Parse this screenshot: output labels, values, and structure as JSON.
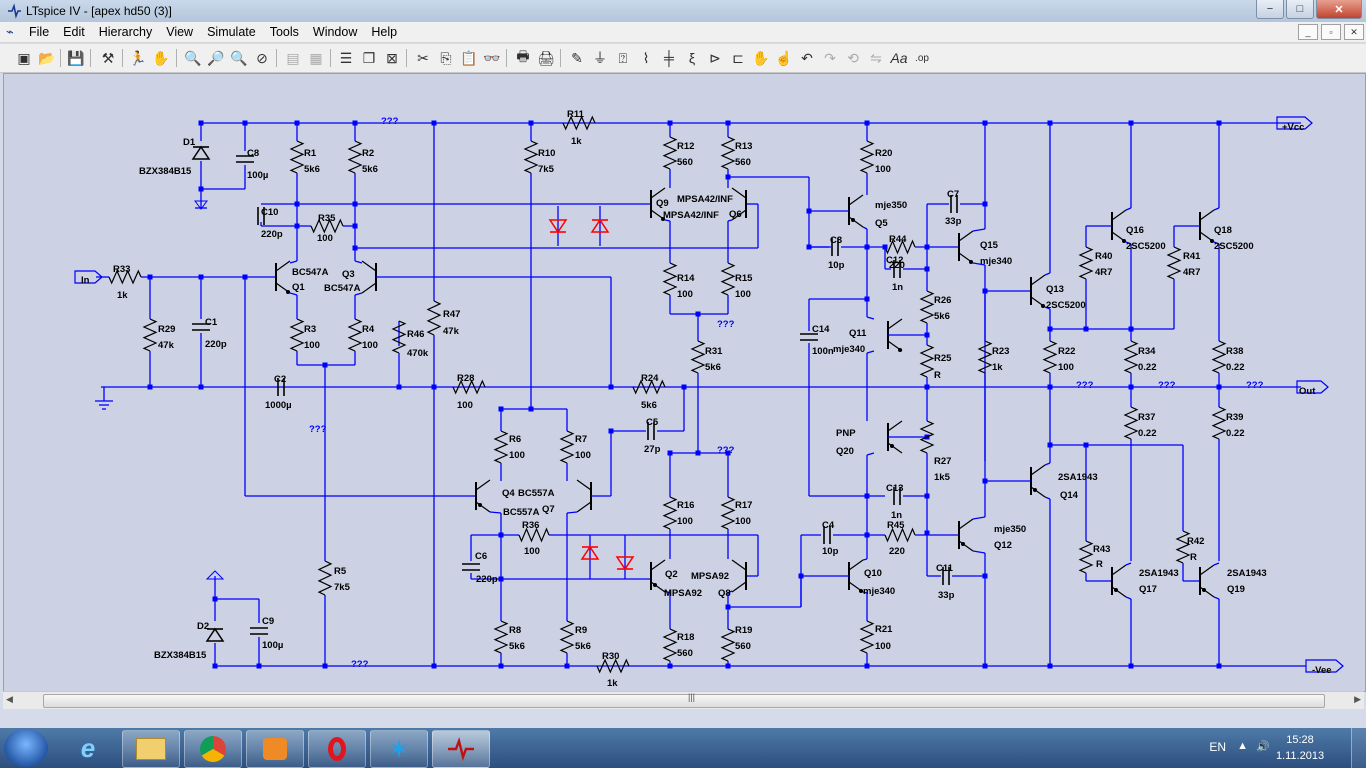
{
  "window": {
    "title": "LTspice IV - [apex hd50 (3)]",
    "controls": {
      "minimize": "−",
      "maximize": "□",
      "close": "✕"
    }
  },
  "menu": {
    "items": [
      "File",
      "Edit",
      "Hierarchy",
      "View",
      "Simulate",
      "Tools",
      "Window",
      "Help"
    ],
    "mdi_controls": [
      "_",
      "▫",
      "✕"
    ]
  },
  "toolbar": {
    "icons": [
      "new-schematic-icon",
      "open-icon",
      "save-icon",
      "control-panel-icon",
      "run-icon",
      "halt-icon",
      "zoom-in-icon",
      "zoom-pan-icon",
      "zoom-out-icon",
      "zoom-full-icon",
      "autorange-icon",
      "tile-icon",
      "cascade-icon",
      "close-window-icon",
      "cut-icon",
      "copy-icon",
      "paste-icon",
      "find-icon",
      "print-setup-icon",
      "print-icon",
      "draw-wire-icon",
      "ground-icon",
      "label-net-icon",
      "resistor-icon",
      "capacitor-icon",
      "inductor-icon",
      "diode-icon",
      "component-icon",
      "move-icon",
      "drag-icon",
      "undo-icon",
      "redo-icon",
      "rotate-icon",
      "mirror-icon",
      "text-icon",
      "spice-directive-icon"
    ]
  },
  "schematic": {
    "colors": {
      "wire": "#0000ff",
      "text": "#000000",
      "red": "#ff0000",
      "junction": "#0000ff",
      "qmark": "#0000ff"
    },
    "ports": {
      "vcc": "+Vcc",
      "vee": "-Vee",
      "in": "In",
      "out": "Out"
    },
    "qmarks": "???",
    "labels": [
      {
        "t": "D1"
      },
      {
        "t": "BZX384B15"
      },
      {
        "t": "C8"
      },
      {
        "t": "100µ"
      },
      {
        "t": "R1"
      },
      {
        "t": "5k6"
      },
      {
        "t": "R2"
      },
      {
        "t": "5k6"
      },
      {
        "t": "???"
      },
      {
        "t": "R11"
      },
      {
        "t": "1k"
      },
      {
        "t": "R10"
      },
      {
        "t": "7k5"
      },
      {
        "t": "R12"
      },
      {
        "t": "560"
      },
      {
        "t": "R13"
      },
      {
        "t": "560"
      },
      {
        "t": "R20"
      },
      {
        "t": "100"
      },
      {
        "t": "C10"
      },
      {
        "t": "220p"
      },
      {
        "t": "R35"
      },
      {
        "t": "100"
      },
      {
        "t": "Q9"
      },
      {
        "t": "MPSA42/INF"
      },
      {
        "t": "MPSA42/INF"
      },
      {
        "t": "Q6"
      },
      {
        "t": "mje350"
      },
      {
        "t": "Q5"
      },
      {
        "t": "C7"
      },
      {
        "t": "33p"
      },
      {
        "t": "Q16"
      },
      {
        "t": "2SC5200"
      },
      {
        "t": "Q18"
      },
      {
        "t": "2SC5200"
      },
      {
        "t": "R33"
      },
      {
        "t": "1k"
      },
      {
        "t": "In"
      },
      {
        "t": "BC547A"
      },
      {
        "t": "Q1"
      },
      {
        "t": "Q3"
      },
      {
        "t": "BC547A"
      },
      {
        "t": "C3"
      },
      {
        "t": "10p"
      },
      {
        "t": "R44"
      },
      {
        "t": "220"
      },
      {
        "t": "C12"
      },
      {
        "t": "1n"
      },
      {
        "t": "Q15"
      },
      {
        "t": "mje340"
      },
      {
        "t": "R40"
      },
      {
        "t": "4R7"
      },
      {
        "t": "R41"
      },
      {
        "t": "4R7"
      },
      {
        "t": "R14"
      },
      {
        "t": "100"
      },
      {
        "t": "R15"
      },
      {
        "t": "100"
      },
      {
        "t": "Q13"
      },
      {
        "t": "2SC5200"
      },
      {
        "t": "R29"
      },
      {
        "t": "47k"
      },
      {
        "t": "C1"
      },
      {
        "t": "220p"
      },
      {
        "t": "R47"
      },
      {
        "t": "47k"
      },
      {
        "t": "R46"
      },
      {
        "t": "470k"
      },
      {
        "t": "R3"
      },
      {
        "t": "100"
      },
      {
        "t": "R4"
      },
      {
        "t": "100"
      },
      {
        "t": "???"
      },
      {
        "t": "R26"
      },
      {
        "t": "5k6"
      },
      {
        "t": "C14"
      },
      {
        "t": "100n"
      },
      {
        "t": "Q11"
      },
      {
        "t": "mje340"
      },
      {
        "t": "R31"
      },
      {
        "t": "5k6"
      },
      {
        "t": "R25"
      },
      {
        "t": "R"
      },
      {
        "t": "R23"
      },
      {
        "t": "1k"
      },
      {
        "t": "R22"
      },
      {
        "t": "100"
      },
      {
        "t": "R34"
      },
      {
        "t": "0.22"
      },
      {
        "t": "R38"
      },
      {
        "t": "0.22"
      },
      {
        "t": "C2"
      },
      {
        "t": "1000µ"
      },
      {
        "t": "R28"
      },
      {
        "t": "100"
      },
      {
        "t": "R24"
      },
      {
        "t": "5k6"
      },
      {
        "t": "???"
      },
      {
        "t": "???"
      },
      {
        "t": "???"
      },
      {
        "t": "Out"
      },
      {
        "t": "???"
      },
      {
        "t": "C5"
      },
      {
        "t": "27p"
      },
      {
        "t": "R37"
      },
      {
        "t": "0.22"
      },
      {
        "t": "R39"
      },
      {
        "t": "0.22"
      },
      {
        "t": "R6"
      },
      {
        "t": "100"
      },
      {
        "t": "R7"
      },
      {
        "t": "100"
      },
      {
        "t": "PNP"
      },
      {
        "t": "Q20"
      },
      {
        "t": "R27"
      },
      {
        "t": "1k5"
      },
      {
        "t": "???"
      },
      {
        "t": "2SA1943"
      },
      {
        "t": "Q14"
      },
      {
        "t": "Q4"
      },
      {
        "t": "BC557A"
      },
      {
        "t": "BC557A"
      },
      {
        "t": "Q7"
      },
      {
        "t": "R16"
      },
      {
        "t": "100"
      },
      {
        "t": "R17"
      },
      {
        "t": "100"
      },
      {
        "t": "C13"
      },
      {
        "t": "1n"
      },
      {
        "t": "mje350"
      },
      {
        "t": "Q12"
      },
      {
        "t": "R36"
      },
      {
        "t": "100"
      },
      {
        "t": "C4"
      },
      {
        "t": "10p"
      },
      {
        "t": "R45"
      },
      {
        "t": "220"
      },
      {
        "t": "C6"
      },
      {
        "t": "220p"
      },
      {
        "t": "Q2"
      },
      {
        "t": "MPSA92"
      },
      {
        "t": "MPSA92"
      },
      {
        "t": "Q8"
      },
      {
        "t": "Q10"
      },
      {
        "t": "mje340"
      },
      {
        "t": "C11"
      },
      {
        "t": "33p"
      },
      {
        "t": "R43"
      },
      {
        "t": "R"
      },
      {
        "t": "R42"
      },
      {
        "t": "R"
      },
      {
        "t": "2SA1943"
      },
      {
        "t": "Q17"
      },
      {
        "t": "2SA1943"
      },
      {
        "t": "Q19"
      },
      {
        "t": "R5"
      },
      {
        "t": "7k5"
      },
      {
        "t": "D2"
      },
      {
        "t": "BZX384B15"
      },
      {
        "t": "C9"
      },
      {
        "t": "100µ"
      },
      {
        "t": "R8"
      },
      {
        "t": "5k6"
      },
      {
        "t": "R9"
      },
      {
        "t": "5k6"
      },
      {
        "t": "R18"
      },
      {
        "t": "560"
      },
      {
        "t": "R19"
      },
      {
        "t": "560"
      },
      {
        "t": "R21"
      },
      {
        "t": "100"
      },
      {
        "t": "???"
      },
      {
        "t": "R30"
      },
      {
        "t": "1k"
      },
      {
        "t": "-Vee"
      },
      {
        "t": "+Vcc"
      }
    ]
  },
  "taskbar": {
    "apps": [
      "file-explorer-icon",
      "chrome-icon",
      "media-player-icon",
      "opera-icon",
      "telenor-icon",
      "ltspice-icon"
    ],
    "language": "EN",
    "time": "15:28",
    "date": "1.11.2013"
  }
}
